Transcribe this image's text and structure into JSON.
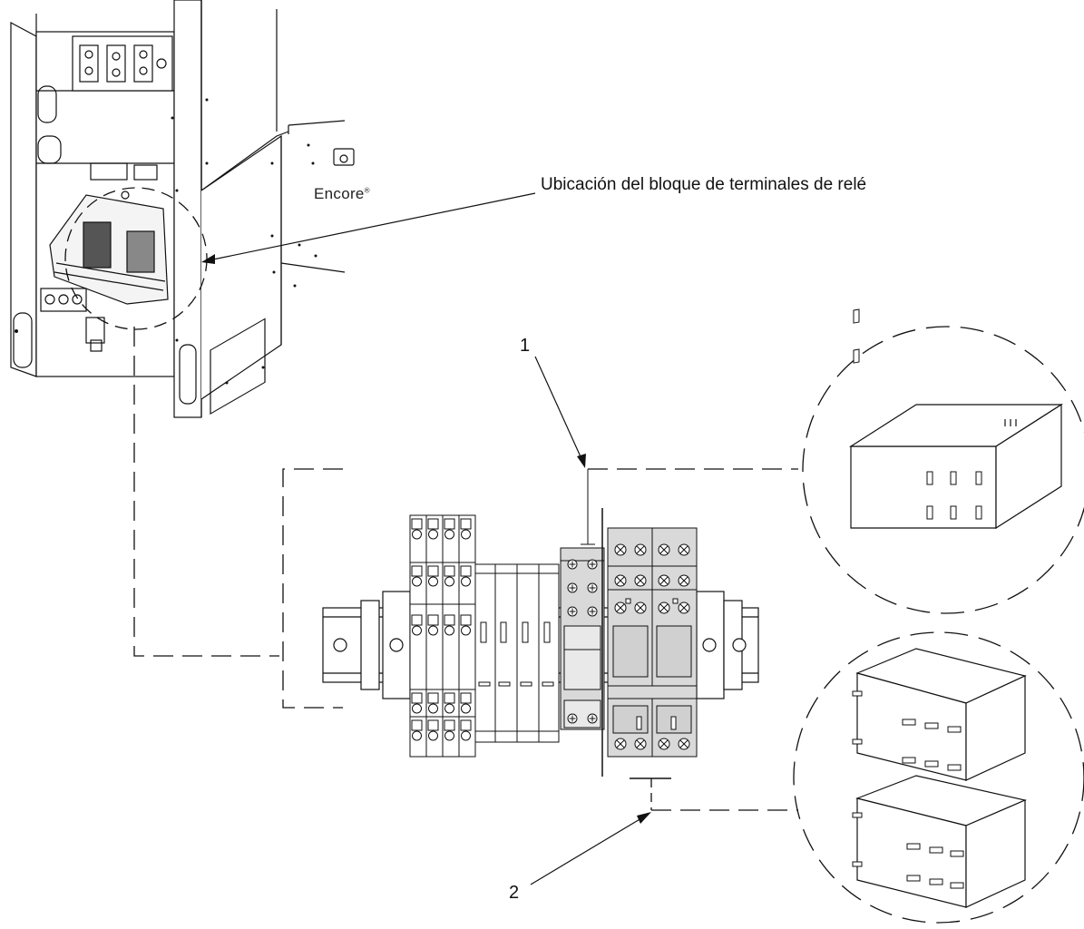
{
  "diagram": {
    "callout_label": "Ubicación del bloque de terminales de relé",
    "brand": "Encore",
    "brand_mark": "®",
    "labels": {
      "one": "1",
      "two": "2"
    },
    "colors": {
      "line": "#111111",
      "shade": "#d9d9d9",
      "shade_dark": "#bfbfbf",
      "background": "#ffffff"
    }
  }
}
